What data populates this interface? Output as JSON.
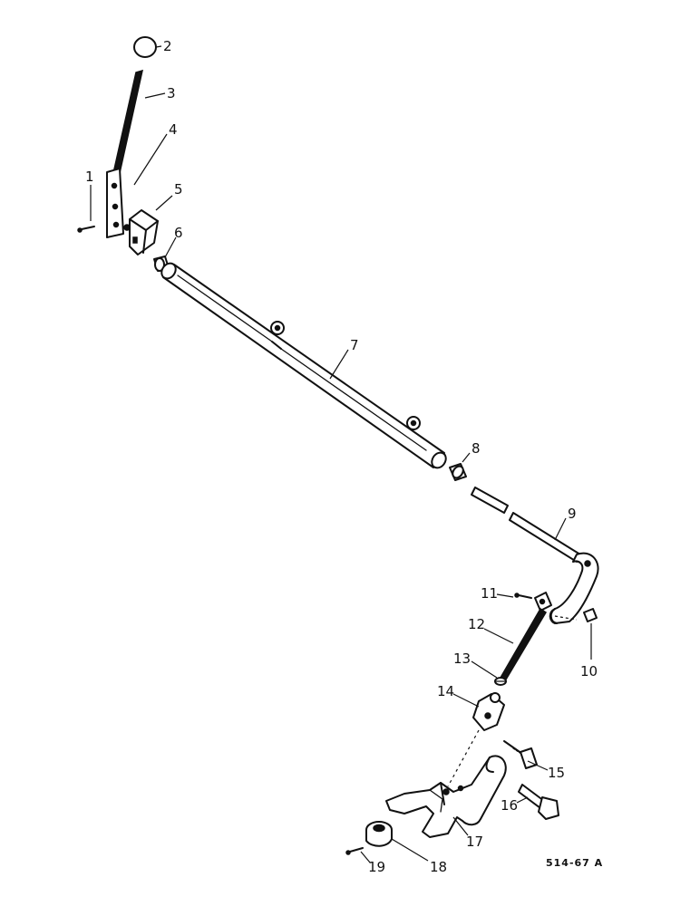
{
  "diagram": {
    "reference_code": "514-67 A",
    "callouts": [
      "1",
      "2",
      "3",
      "4",
      "5",
      "6",
      "7",
      "8",
      "9",
      "10",
      "11",
      "12",
      "13",
      "14",
      "15",
      "16",
      "17",
      "18",
      "19"
    ]
  }
}
